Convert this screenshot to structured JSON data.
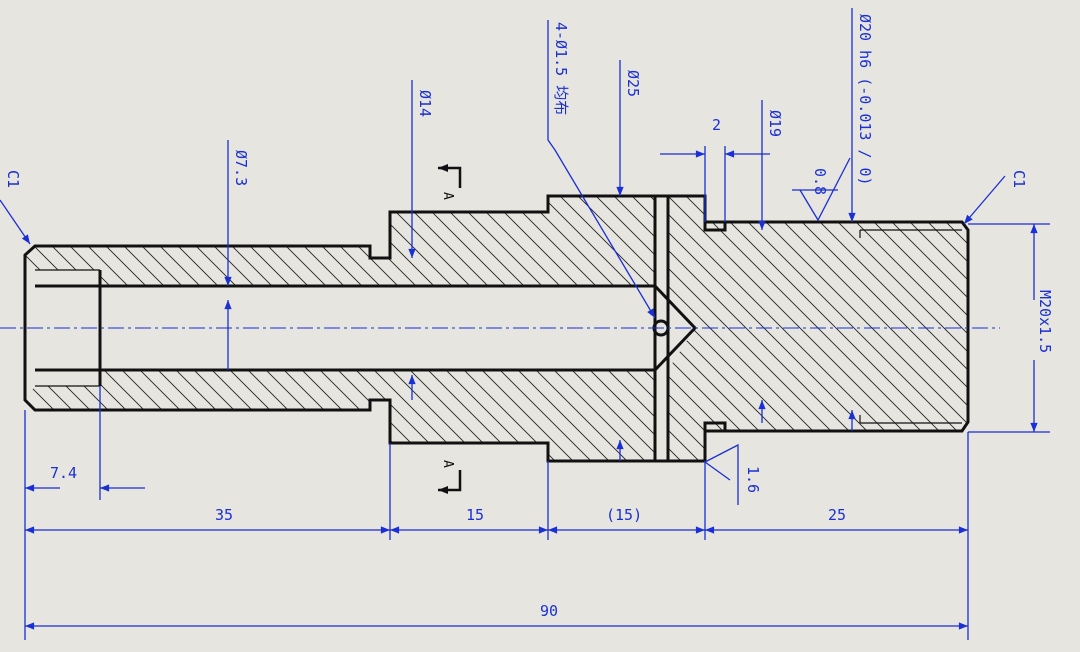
{
  "colors": {
    "paper": "#e6e5df",
    "outline": "#111111",
    "dimension": "#1a2fd6"
  },
  "dimensions": {
    "d_bore_left": "Ø7.3",
    "d_shaft": "Ø14",
    "d_holes": "4-Ø1.5 均布",
    "d_collar": "Ø25",
    "d_groove": "Ø19",
    "d_journal": "Ø20 h6 (-0.013 / 0)",
    "groove_width": "2",
    "thread": "M20x1.5",
    "chamfer_left": "C1",
    "chamfer_right": "C1",
    "rough_top": "0.8",
    "rough_bottom": "1.6",
    "len_bore": "7.4",
    "len_left": "35",
    "len_collar": "15",
    "len_mid_ref": "(15)",
    "len_right": "25",
    "len_total": "90"
  },
  "section": {
    "letter_top": "A",
    "letter_bottom": "A"
  }
}
